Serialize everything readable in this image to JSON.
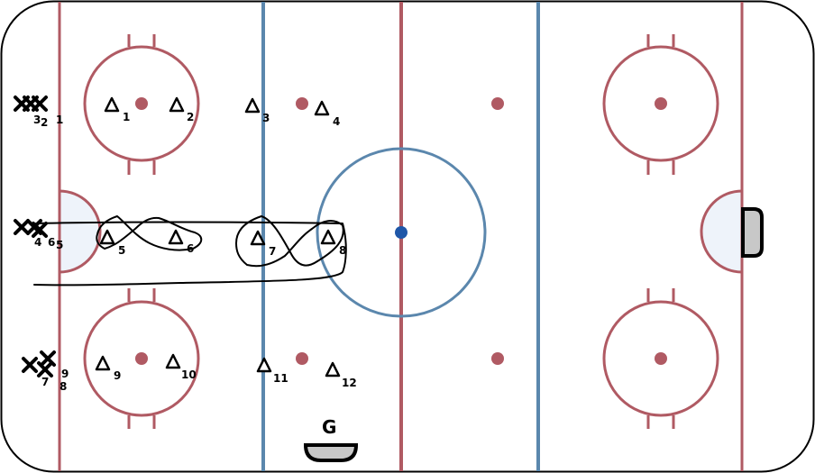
{
  "colors": {
    "red_line": "#b05a63",
    "blue_line": "#5b87ad",
    "center_dot": "#1f57a8",
    "crease_fill": "#eef3fa",
    "net_fill": "#c8c8c8",
    "ink": "#000000"
  },
  "icons": {
    "player_x": "x-mark",
    "player_triangle": "triangle-outline"
  },
  "x_players": [
    "1",
    "2",
    "3",
    "4",
    "5",
    "6",
    "7",
    "8",
    "9"
  ],
  "triangles": [
    "1",
    "2",
    "3",
    "4",
    "5",
    "6",
    "7",
    "8",
    "9",
    "10",
    "11",
    "12"
  ],
  "goalie": {
    "label": "G"
  }
}
